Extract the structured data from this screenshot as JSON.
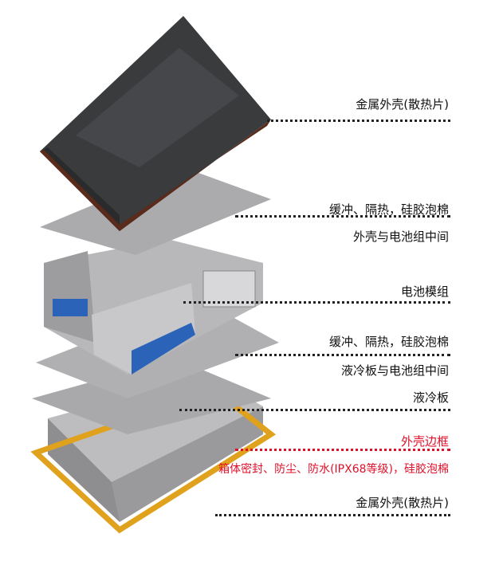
{
  "labels": {
    "top_shell": "金属外壳(散热片)",
    "foam_top_1": "缓冲、隔热，硅胶泡棉",
    "foam_top_2": "外壳与电池组中间",
    "battery_module": "电池模组",
    "foam_mid_1": "缓冲、隔热，硅胶泡棉",
    "foam_mid_2": "液冷板与电池组中间",
    "cooling_plate": "液冷板",
    "frame": "外壳边框",
    "frame_note": "箱体密封、防尘、防水(IPX68等级)，硅胶泡棉",
    "bottom_shell": "金属外壳(散热片)"
  },
  "colors": {
    "shell_dark": "#3a3b3d",
    "foam": "#a9a9ab",
    "module": "#bdbdbf",
    "cell_blue": "#2a63b8",
    "frame_gold": "#e0a21c",
    "highlight_red": "#e0102a"
  }
}
